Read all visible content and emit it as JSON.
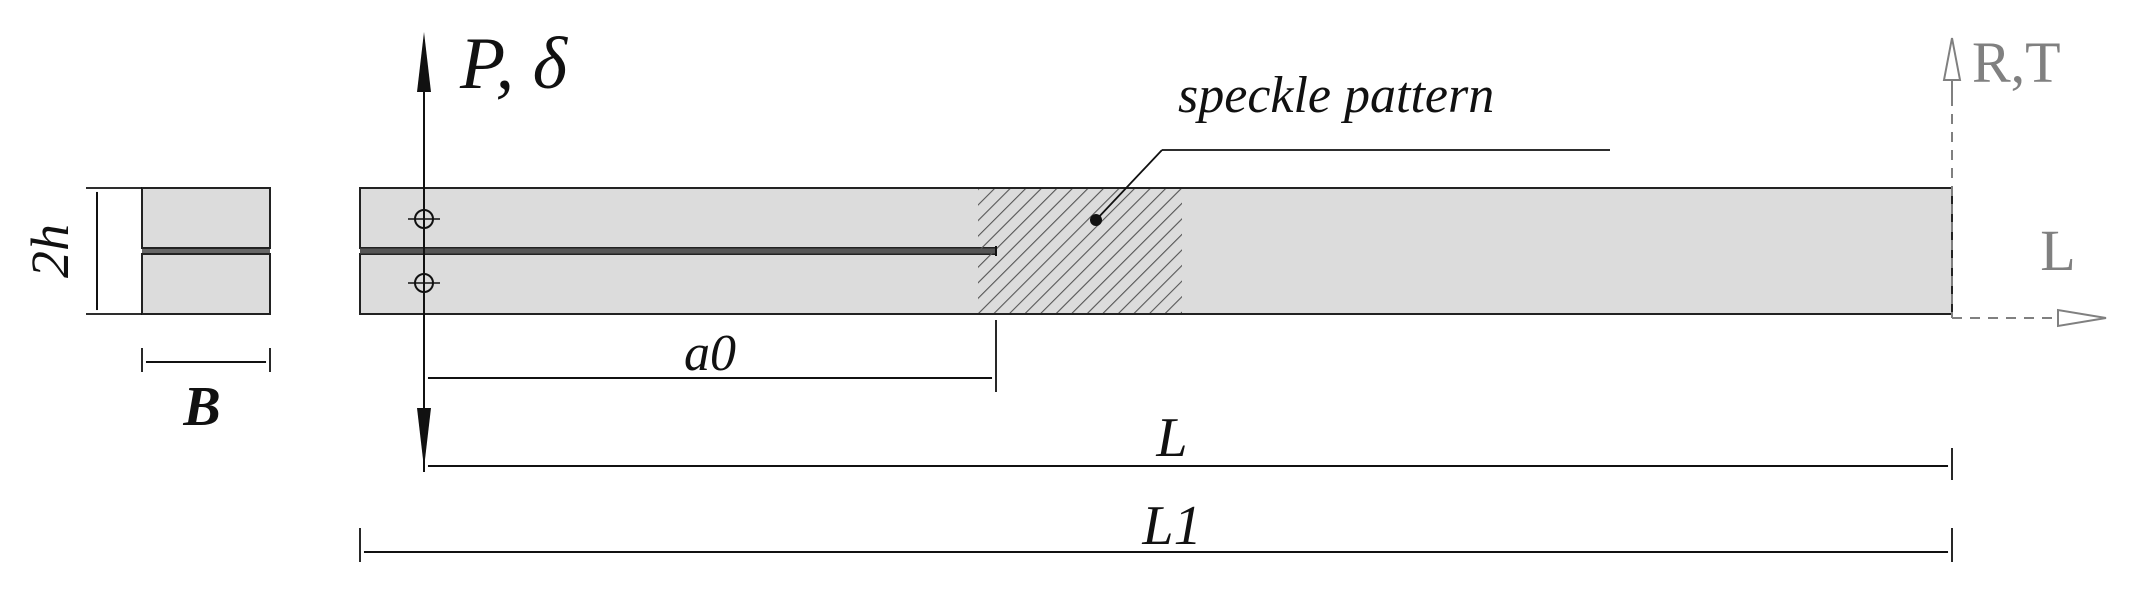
{
  "labels": {
    "thickness": "2h",
    "width": "B",
    "load_disp": "P, δ",
    "speckle": "speckle pattern",
    "crack_length": "a0",
    "span_length": "L",
    "total_length": "L1",
    "axis_rt": "R,T",
    "axis_l": "L"
  },
  "colors": {
    "specimen_fill": "#dcdcdc",
    "line": "#111111",
    "axis_gray": "#808080"
  }
}
